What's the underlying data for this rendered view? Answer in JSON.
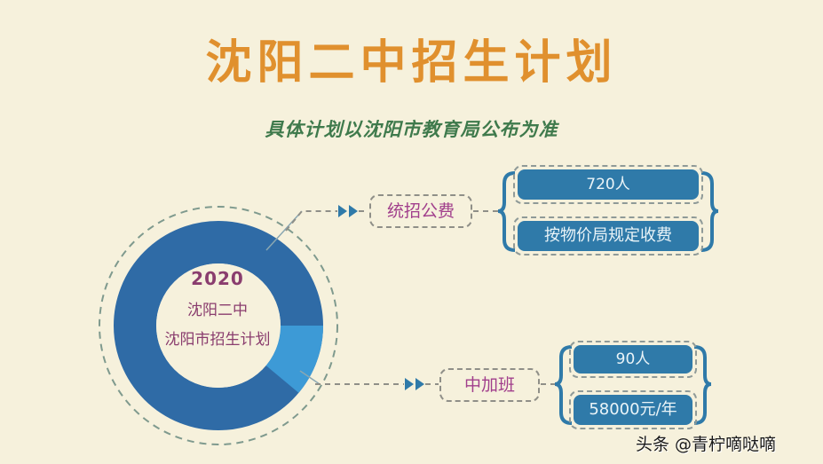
{
  "header": {
    "title": "沈阳二中招生计划",
    "subtitle": "具体计划以沈阳市教育局公布为准"
  },
  "center": {
    "year": "2020",
    "line1": "沈阳二中",
    "line2": "沈阳市招生计划"
  },
  "branches": [
    {
      "category": "统招公费",
      "count": "720人",
      "fee": "按物价局规定收费"
    },
    {
      "category": "中加班",
      "count": "90人",
      "fee": "58000元/年"
    }
  ],
  "colors": {
    "title": "#e0902e",
    "subtitle": "#3f7a4c",
    "donut_main": "#2f6ba6",
    "donut_secondary": "#3d9ad6",
    "pill": "#2f7aa9",
    "category_text": "#a13f8c"
  },
  "watermark": "头条 @青柠嘀哒嘀",
  "chart_data": {
    "type": "pie",
    "subtype": "donut",
    "title": "2020 沈阳二中 沈阳市招生计划",
    "categories": [
      "统招公费",
      "中加班"
    ],
    "values": [
      720,
      90
    ],
    "units": "人",
    "annotations": [
      "按物价局规定收费",
      "58000元/年"
    ]
  }
}
